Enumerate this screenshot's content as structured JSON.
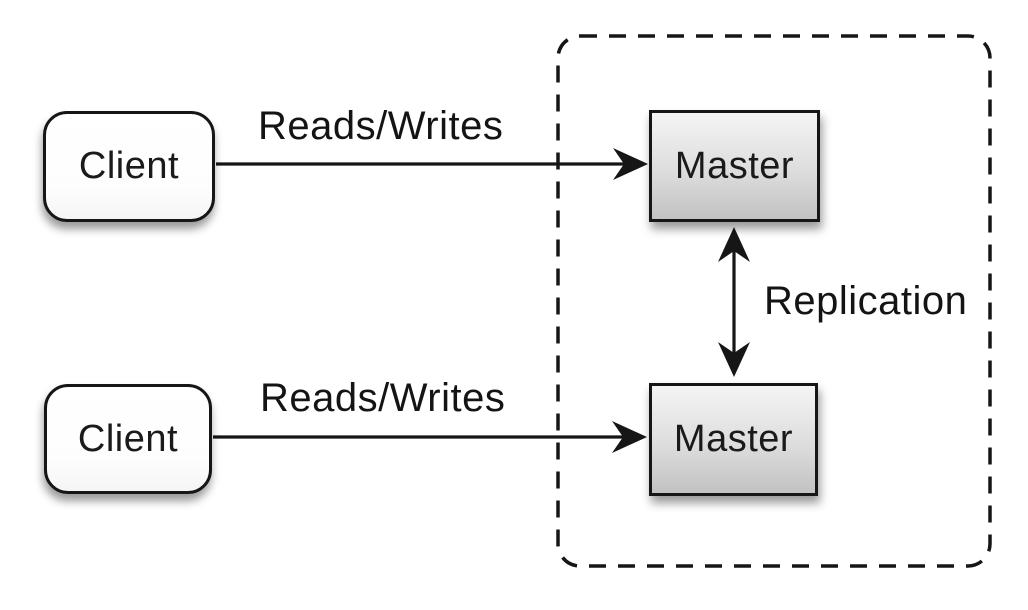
{
  "diagram": {
    "type": "architecture-diagram",
    "background_color": "#ffffff",
    "stroke_color": "#161616",
    "master_gradient_top": "#f4f4f4",
    "master_gradient_bottom": "#c2c2c2",
    "client_fill": "#ffffff",
    "nodes": [
      {
        "id": "client-top",
        "label": "Client",
        "shape": "rounded-rectangle"
      },
      {
        "id": "client-bottom",
        "label": "Client",
        "shape": "rounded-rectangle"
      },
      {
        "id": "master-top",
        "label": "Master",
        "shape": "rectangle"
      },
      {
        "id": "master-bottom",
        "label": "Master",
        "shape": "rectangle"
      }
    ],
    "edges": [
      {
        "id": "reads-writes-top",
        "label": "Reads/Writes",
        "from": "client-top",
        "to": "master-top",
        "direction": "one-way"
      },
      {
        "id": "reads-writes-bottom",
        "label": "Reads/Writes",
        "from": "client-bottom",
        "to": "master-bottom",
        "direction": "one-way"
      },
      {
        "id": "replication",
        "label": "Replication",
        "from": "master-top",
        "to": "master-bottom",
        "direction": "two-way"
      }
    ],
    "boundary": {
      "style": "dashed-rounded-rectangle",
      "contains": [
        "master-top",
        "master-bottom"
      ]
    }
  }
}
